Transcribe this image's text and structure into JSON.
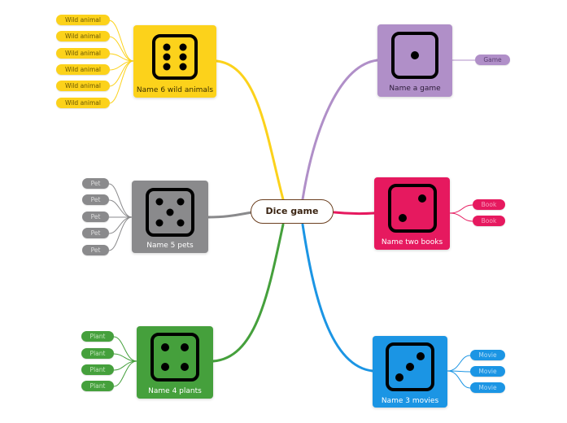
{
  "central": {
    "label": "Dice game"
  },
  "colors": {
    "yellow": "#fcd21b",
    "purple": "#b08fc8",
    "gray": "#8a8a8c",
    "pink": "#e6195f",
    "green": "#45a03c",
    "blue": "#1b95e4",
    "central_border": "#6b3f1f"
  },
  "branches": {
    "wild_animals": {
      "label": "Name 6 wild animals",
      "icon": "dice-six-icon",
      "leaves": [
        "Wild animal",
        "Wild animal",
        "Wild animal",
        "Wild animal",
        "Wild animal",
        "Wild animal"
      ]
    },
    "game": {
      "label": "Name a game",
      "icon": "dice-one-icon",
      "leaves": [
        "Game"
      ]
    },
    "pets": {
      "label": "Name 5 pets",
      "icon": "dice-five-icon",
      "leaves": [
        "Pet",
        "Pet",
        "Pet",
        "Pet",
        "Pet"
      ]
    },
    "books": {
      "label": "Name two books",
      "icon": "dice-two-icon",
      "leaves": [
        "Book",
        "Book"
      ]
    },
    "plants": {
      "label": "Name 4 plants",
      "icon": "dice-four-icon",
      "leaves": [
        "Plant",
        "Plant",
        "Plant",
        "Plant"
      ]
    },
    "movies": {
      "label": "Name 3 movies",
      "icon": "dice-three-icon",
      "leaves": [
        "Movie",
        "Movie",
        "Movie"
      ]
    }
  }
}
